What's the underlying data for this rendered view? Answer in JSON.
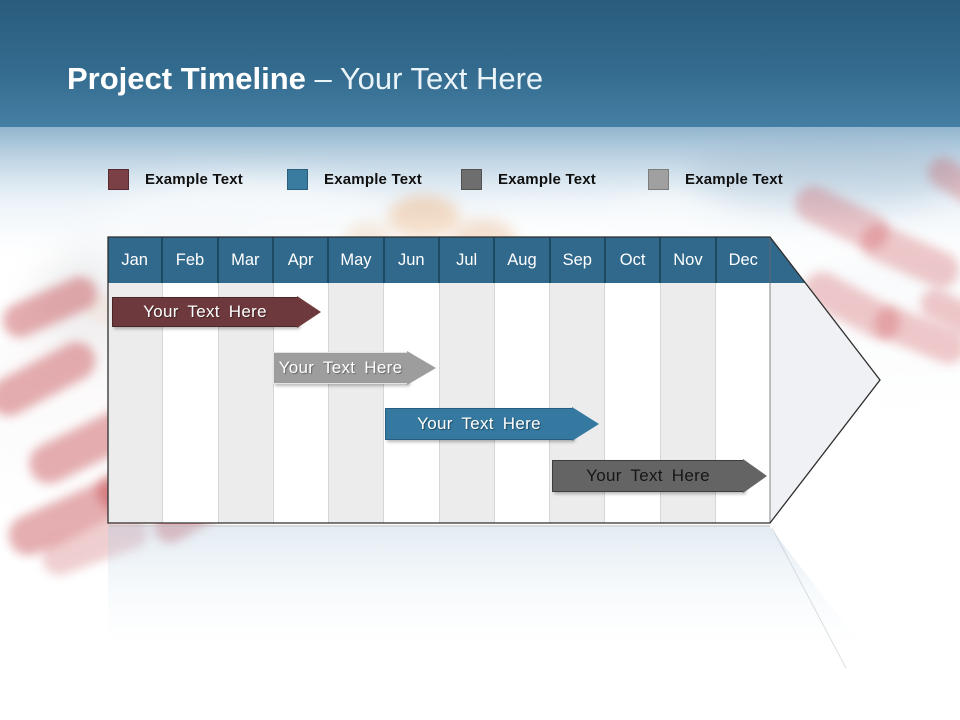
{
  "slide": {
    "title_bold": "Project Timeline",
    "title_rest": "– Your Text Here"
  },
  "header": {
    "gradient_top": "#2a5c7d",
    "gradient_bottom": "#447fa3"
  },
  "legend": {
    "items": [
      {
        "label": "Example Text",
        "color": "#7a4045"
      },
      {
        "label": "Example Text",
        "color": "#3a7ca0"
      },
      {
        "label": "Example Text",
        "color": "#6e6e6e"
      },
      {
        "label": "Example Text",
        "color": "#a0a0a0"
      }
    ]
  },
  "timeline": {
    "months": [
      "Jan",
      "Feb",
      "Mar",
      "Apr",
      "May",
      "Jun",
      "Jul",
      "Aug",
      "Sep",
      "Oct",
      "Nov",
      "Dec"
    ],
    "colors": {
      "month_header": "#31698c",
      "month_separator": "#1d4a63",
      "column_odd": "#ececec",
      "column_even": "#ffffff",
      "arrowhead_fill": "#eff1f4",
      "outline": "#2e2e2e"
    },
    "bars": [
      {
        "label": "Your Text Here",
        "color": "#6e393d",
        "text_color": "#ffffff",
        "approx_span": "Jan–Apr"
      },
      {
        "label": "Your Text Here",
        "color": "#9d9d9d",
        "text_color": "#ffffff",
        "approx_span": "Apr–Jun"
      },
      {
        "label": "Your Text Here",
        "color": "#3579a0",
        "text_color": "#ffffff",
        "approx_span": "Jun–Sep"
      },
      {
        "label": "Your Text Here",
        "color": "#646464",
        "text_color": "#161616",
        "approx_span": "Sep–Dec"
      }
    ]
  }
}
